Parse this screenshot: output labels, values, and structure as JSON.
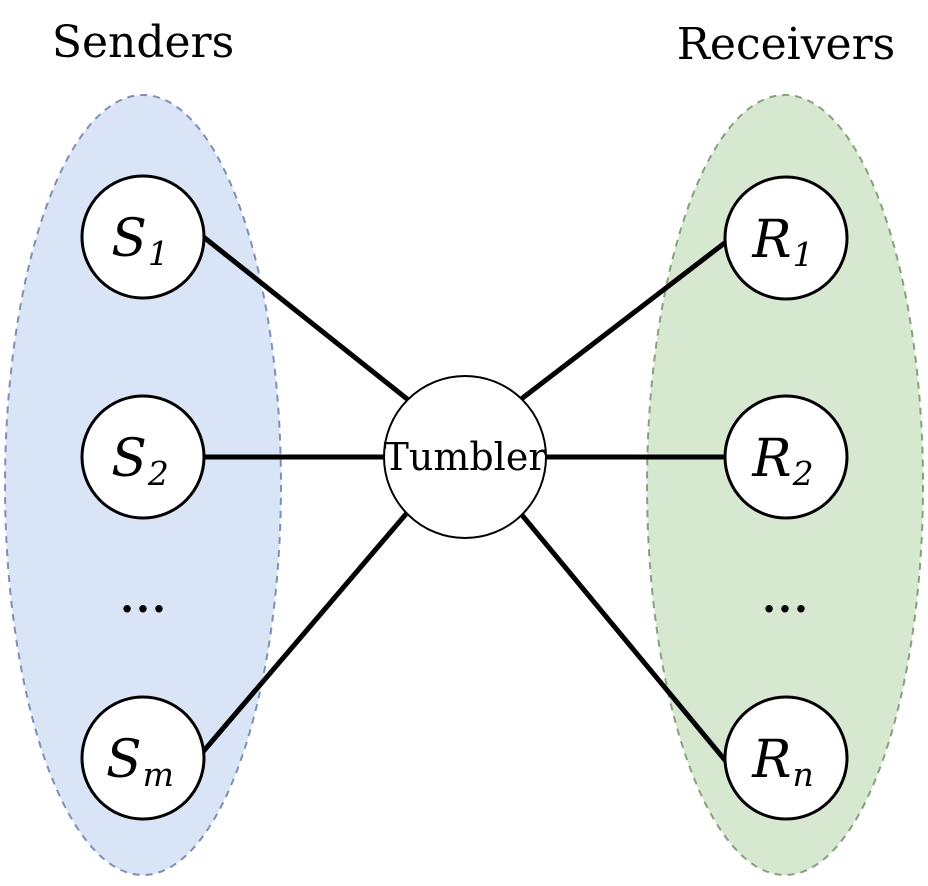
{
  "diagram": {
    "left_group": {
      "title": "Senders",
      "nodes": [
        {
          "main": "S",
          "sub": "1"
        },
        {
          "main": "S",
          "sub": "2"
        },
        {
          "main": "S",
          "sub": "m"
        }
      ],
      "ellipsis": "...",
      "fill": "#d9e5f6",
      "border": "#7e91b4"
    },
    "right_group": {
      "title": "Receivers",
      "nodes": [
        {
          "main": "R",
          "sub": "1"
        },
        {
          "main": "R",
          "sub": "2"
        },
        {
          "main": "R",
          "sub": "n"
        }
      ],
      "ellipsis": "...",
      "fill": "#d6e8d0",
      "border": "#85a37a"
    },
    "center_node": {
      "label": "Tumbler"
    },
    "node_style": {
      "fill": "#ffffff",
      "border": "#000000"
    },
    "edge_color": "#000000",
    "text_color": "#000000",
    "background": "#ffffff"
  }
}
